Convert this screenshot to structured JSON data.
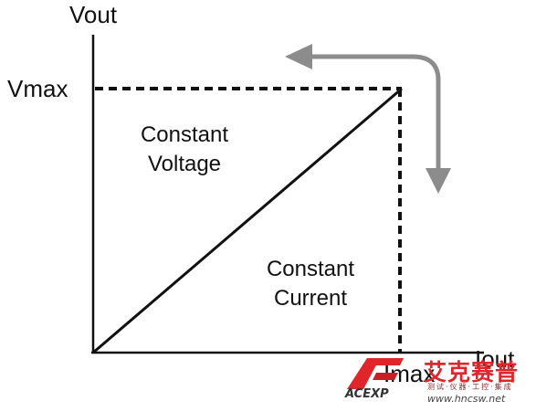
{
  "diagram": {
    "y_axis_label": "Vout",
    "x_axis_label": "Iout",
    "y_limit_label": "Vmax",
    "x_limit_label": "Imax",
    "region_upper": [
      "Constant",
      "Voltage"
    ],
    "region_lower": [
      "Constant",
      "Current"
    ]
  },
  "watermark": {
    "brand_cn": "艾克赛普",
    "tagline": "测试·仪器·工控·集成",
    "url": "www.hncsw.net",
    "logo_text": "ACEXP"
  },
  "colors": {
    "ink": "#111111",
    "arrow": "#8c8c8c",
    "watermark_red": "#e0262b"
  }
}
